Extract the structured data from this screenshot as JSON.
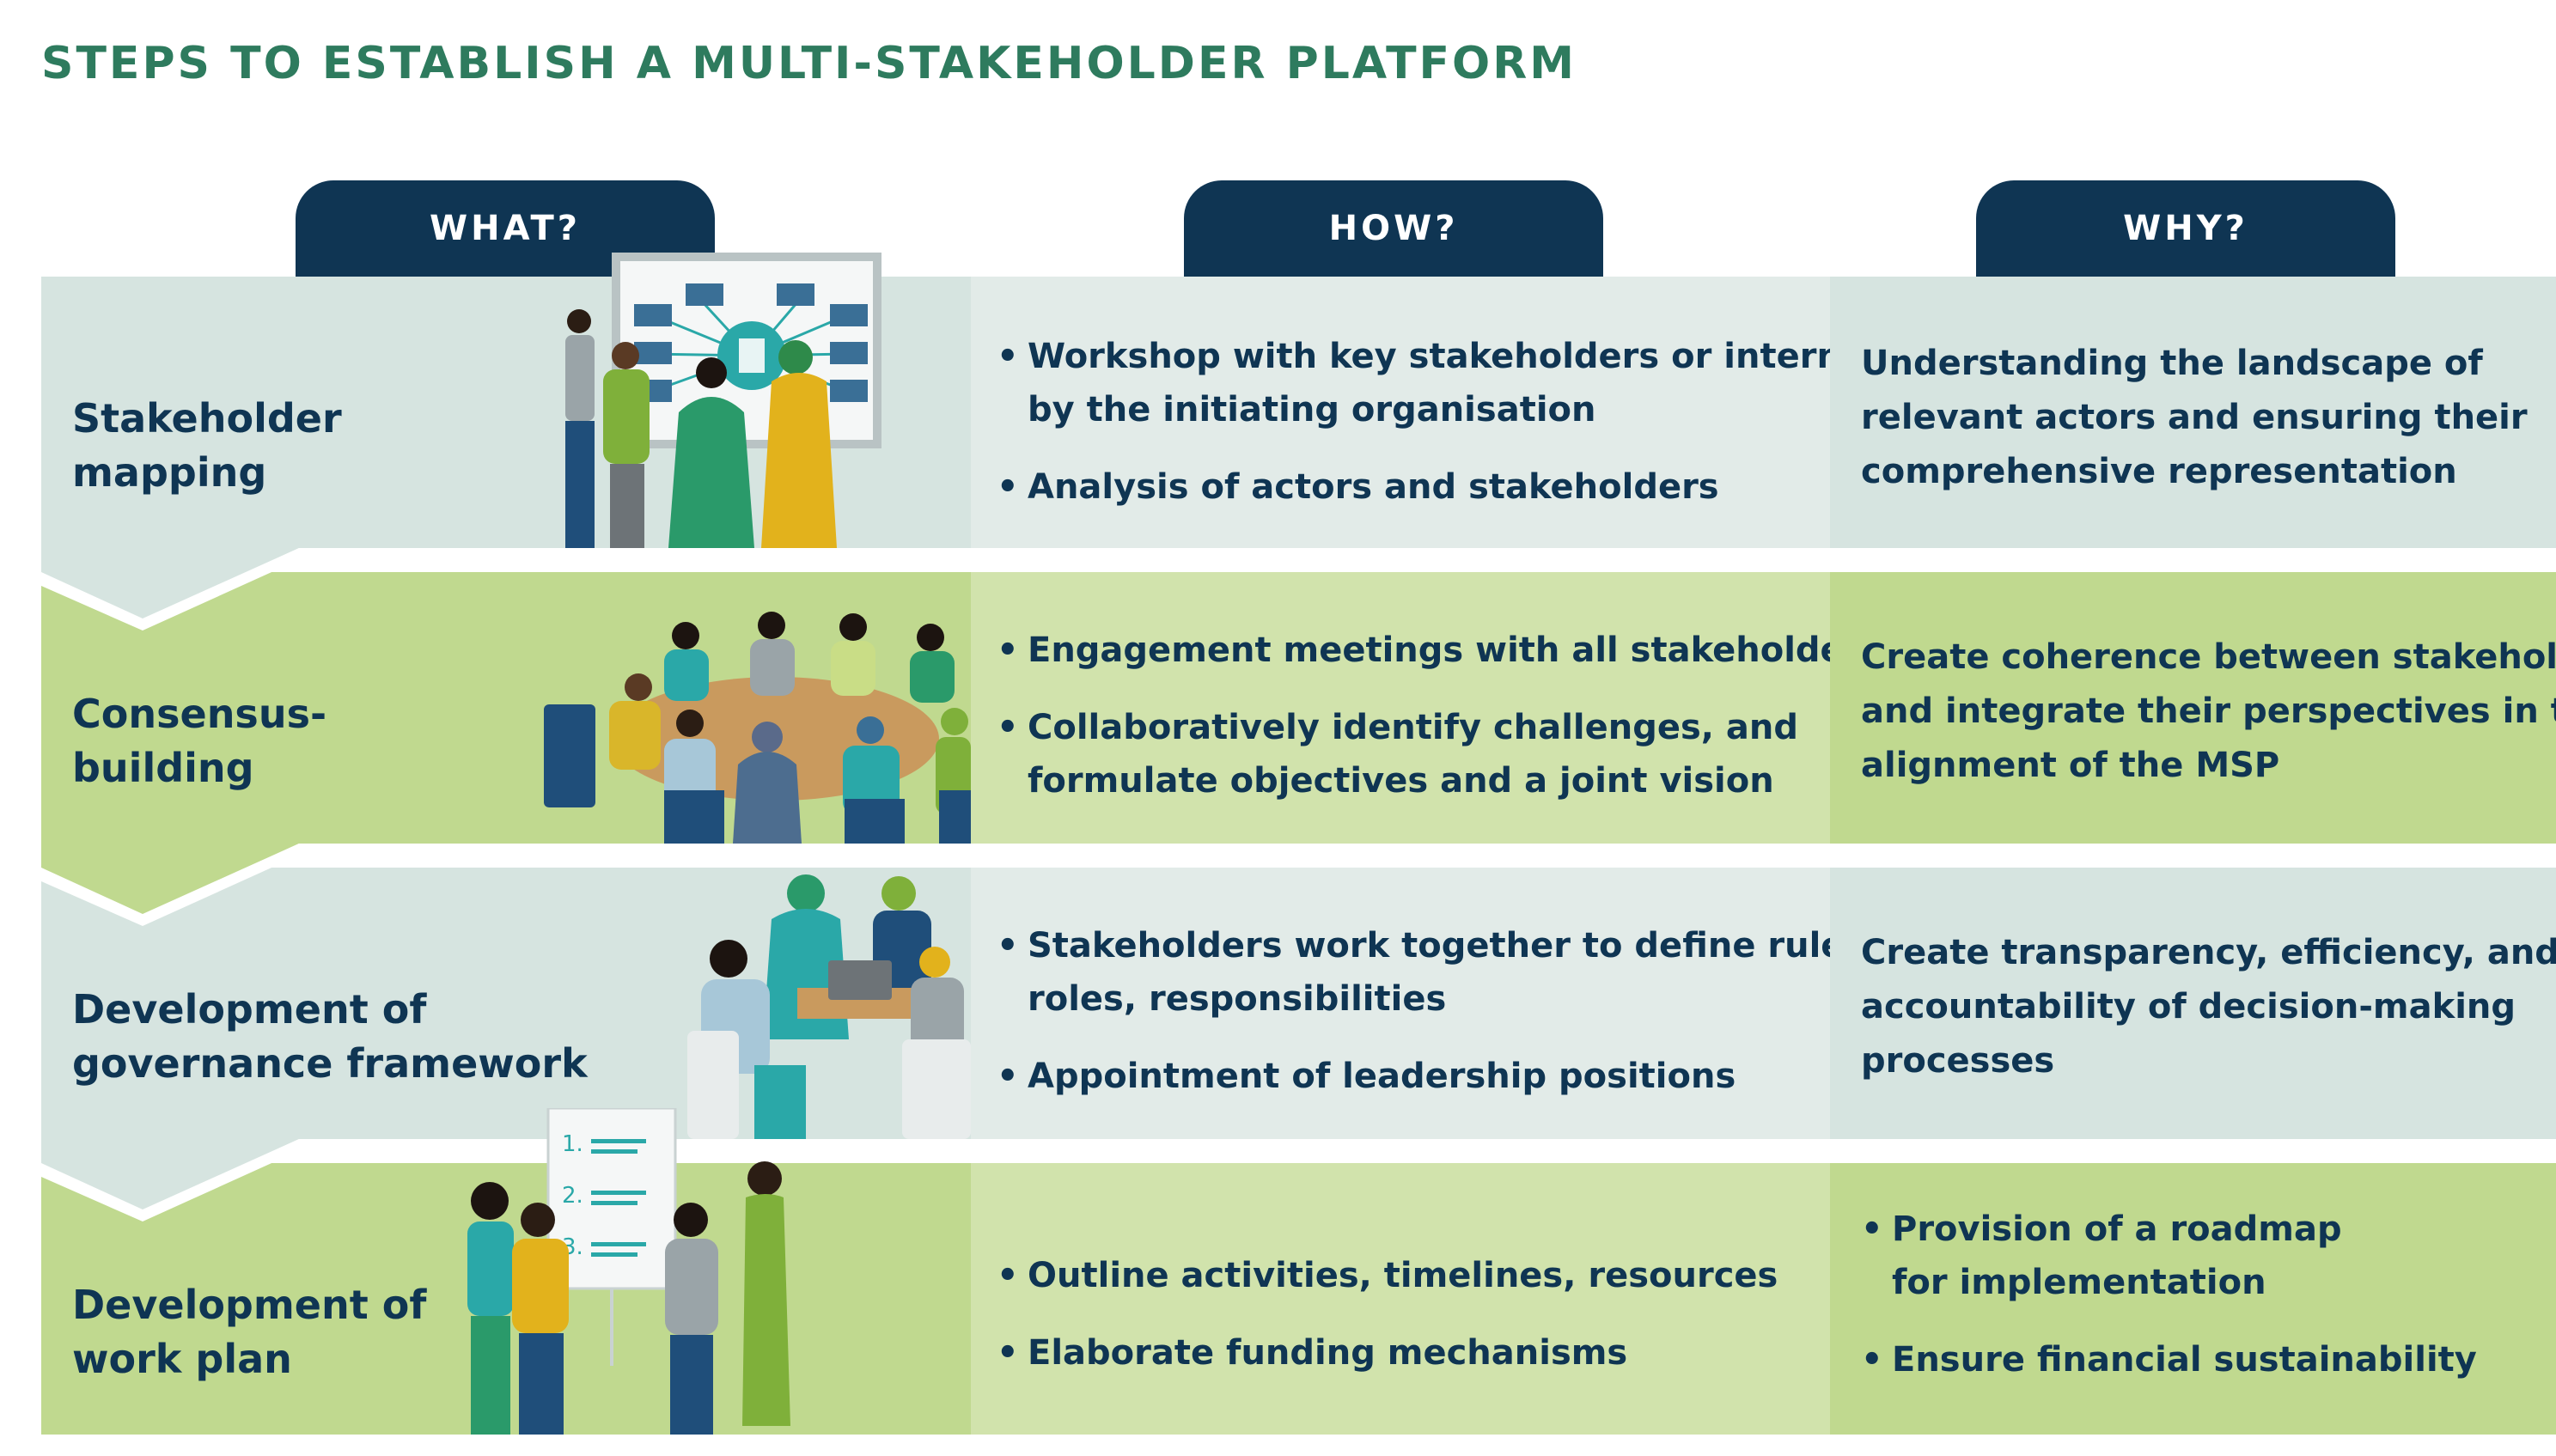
{
  "title": "STEPS TO ESTABLISH A MULTI-STAKEHOLDER PLATFORM",
  "tabs": {
    "what": "WHAT?",
    "how": "HOW?",
    "why": "WHY?"
  },
  "colors": {
    "title": "#2e7b5e",
    "tab": "#0f3553",
    "text": "#0f3553",
    "blue_row": "#d6e4e0",
    "blue_row_middle": "#e2ebe8",
    "green_row": "#c0d98f",
    "green_row_middle": "#d1e3ac"
  },
  "steps": [
    {
      "what": [
        "Stakeholder",
        "mapping"
      ],
      "how": [
        [
          "Workshop with key stakeholders or internally",
          "by the initiating organisation"
        ],
        [
          "Analysis of actors and stakeholders"
        ]
      ],
      "why": [
        "Understanding the landscape of",
        "relevant actors and ensuring their",
        "comprehensive representation"
      ],
      "illustration": "stakeholder-mapping-board-illustration"
    },
    {
      "what": [
        "Consensus-",
        "building"
      ],
      "how": [
        [
          "Engagement meetings with all stakeholders"
        ],
        [
          "Collaboratively identify challenges, and",
          "formulate objectives and a joint vision"
        ]
      ],
      "why": [
        "Create coherence between stakeholders",
        "and integrate their perspectives in the",
        "alignment of the MSP"
      ],
      "illustration": "round-table-meeting-illustration"
    },
    {
      "what": [
        "Development of",
        "governance framework"
      ],
      "how": [
        [
          "Stakeholders work together to define rules,",
          "roles, responsibilities"
        ],
        [
          "Appointment of leadership positions"
        ]
      ],
      "why": [
        "Create transparency, efficiency, and",
        "accountability of decision-making",
        "processes"
      ],
      "illustration": "group-discussion-illustration"
    },
    {
      "what": [
        "Development of",
        "work plan"
      ],
      "how": [
        [
          "Outline activities, timelines, resources"
        ],
        [
          "Elaborate funding mechanisms"
        ]
      ],
      "why_bullets": [
        [
          "Provision of a roadmap",
          "for implementation"
        ],
        [
          "Ensure financial sustainability"
        ]
      ],
      "flipchart_numbers": [
        "1.",
        "2.",
        "3."
      ],
      "illustration": "flipchart-planning-illustration"
    }
  ]
}
